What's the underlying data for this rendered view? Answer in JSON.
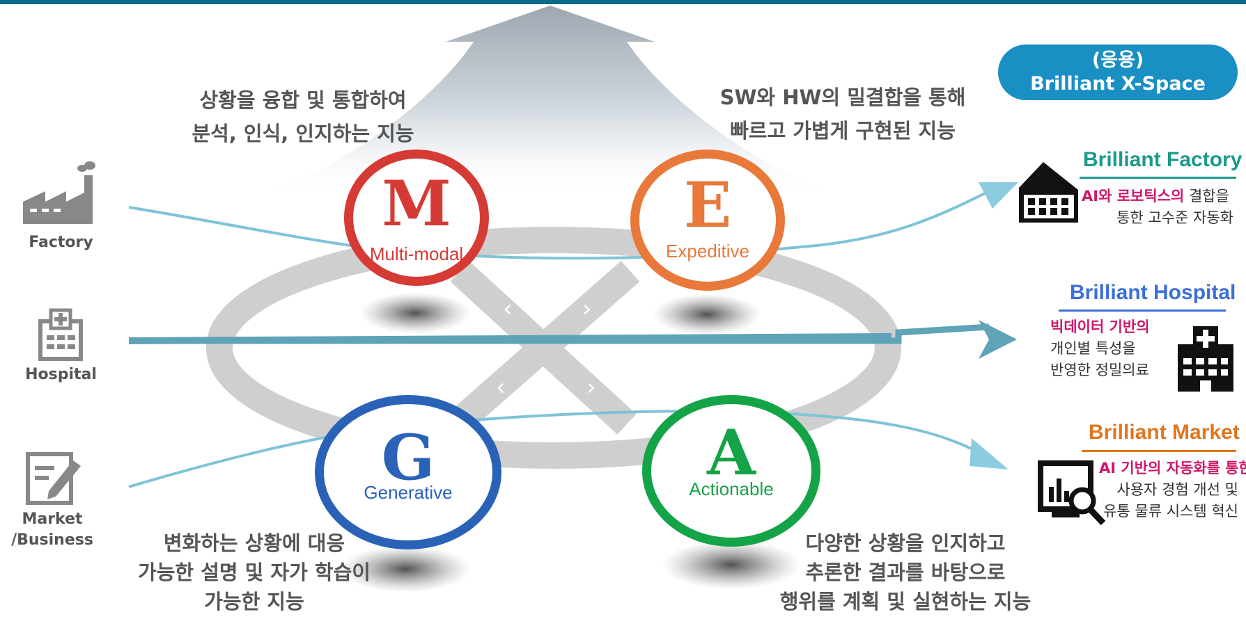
{
  "captions": {
    "top_left": [
      "상황을 융합 및 통합하여",
      "분석, 인식, 인지하는 지능"
    ],
    "top_right": [
      "SW와 HW의 밀결합을 통해",
      "빠르고 가볍게 구현된 지능"
    ],
    "bottom_left": [
      "변화하는 상황에 대응",
      "가능한 설명 및 자가 학습이",
      "가능한 지능"
    ],
    "bottom_right": [
      "다양한 상황을 인지하고",
      "추론한 결과를 바탕으로",
      "행위를 계획 및 실현하는 지능"
    ]
  },
  "sources": [
    {
      "label": "Factory",
      "icon": "factory-icon"
    },
    {
      "label": "Hospital",
      "icon": "hospital-icon"
    },
    {
      "label": "Market\n/Business",
      "icon": "document-edit-icon"
    }
  ],
  "circles": [
    {
      "letter": "M",
      "label": "Multi-modal",
      "color": "#d63a35"
    },
    {
      "letter": "E",
      "label": "Expeditive",
      "color": "#e8793a"
    },
    {
      "letter": "G",
      "label": "Generative",
      "color": "#2a62b8"
    },
    {
      "letter": "A",
      "label": "Actionable",
      "color": "#14a447"
    }
  ],
  "application_header": [
    "(응용)",
    "Brilliant X-Space"
  ],
  "applications": [
    {
      "title": "Brilliant Factory",
      "title_color": "#1a9a8a",
      "highlight": "AI와 로보틱스의",
      "text_rest": " 결합을",
      "text_line2": "통한 고수준 자동화",
      "icon": "building-icon"
    },
    {
      "title": "Brilliant Hospital",
      "title_color": "#3b6fd8",
      "highlight": "빅데이터 기반의",
      "text_line2": "개인별 특성을",
      "text_line3": "반영한 정밀의료",
      "icon": "hospital-icon"
    },
    {
      "title": "Brilliant Market",
      "title_color": "#e0761e",
      "highlight": "AI 기반의 자동화를 통한",
      "text_line2": "사용자 경험 개선 및",
      "text_line3": "유통 물류 시스템 혁신",
      "icon": "analytics-monitor-icon"
    }
  ],
  "colors": {
    "accent_bar": "#0d6b8c",
    "pill": "#1a8fc4",
    "arrow": "#7fc3d8",
    "highlight": "#d0176a"
  }
}
